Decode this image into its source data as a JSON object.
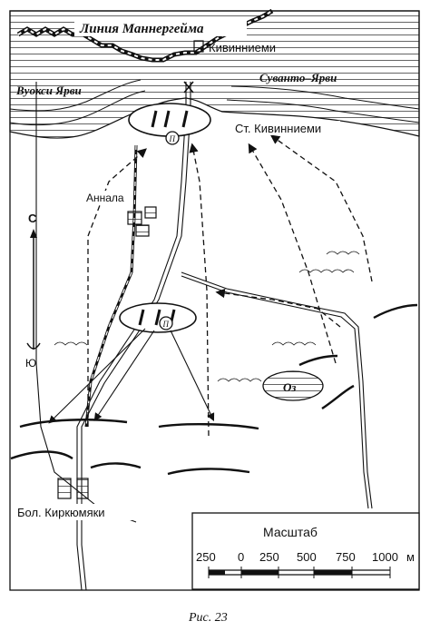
{
  "labels": {
    "mannerheim_line": "Линия Маннергейма",
    "kivinniemi": "Кивинниеми",
    "vuoksi_yarvi": "Вуокси Ярви",
    "suvanto_yarvi": "Суванто–Ярви",
    "st_kivinniemi": "Ст. Кивинниеми",
    "annala": "Аннала",
    "bol_kirkyumyaki": "Бол. Киркюмяки",
    "lake": "Оз"
  },
  "compass": {
    "north": "С",
    "south": "Ю"
  },
  "scale": {
    "title": "Масштаб",
    "ticks": [
      "250",
      "0",
      "250",
      "500",
      "750",
      "1000"
    ],
    "unit": "м"
  },
  "caption": "Рис. 23",
  "colors": {
    "ink": "#111111",
    "paper": "#ffffff"
  },
  "icons": [
    "compass-arrow-icon",
    "building-icon",
    "bridge-icon",
    "enemy-strongpoint-icon"
  ]
}
